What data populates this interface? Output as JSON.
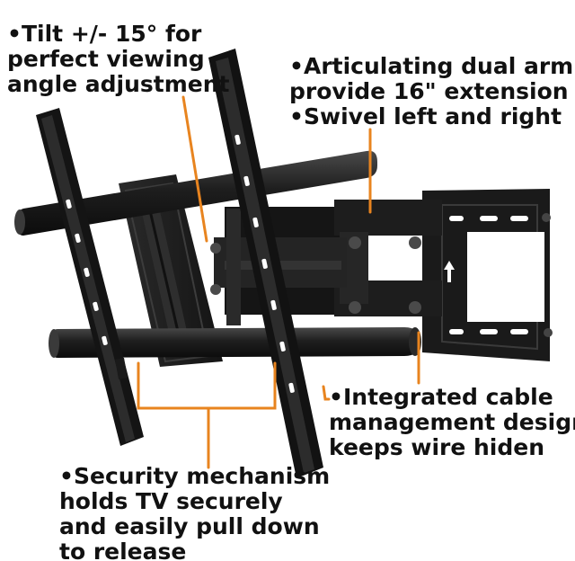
{
  "callouts": {
    "tilt": {
      "line1": "•Tilt +/- 15° for",
      "line2": "perfect viewing",
      "line3": "angle adjustment"
    },
    "arm": {
      "line1": "•Articulating dual arm",
      "line2": "provide 16\" extension",
      "line3": "•Swivel left and right"
    },
    "cable": {
      "line1": "•Integrated cable",
      "line2": "management design",
      "line3": "keeps wire hiden"
    },
    "security": {
      "line1": "•Security mechanism",
      "line2": "holds TV securely",
      "line3": "and easily pull down",
      "line4": "to release"
    }
  },
  "colors": {
    "leader": "#e8841f",
    "text": "#111111",
    "metal": "#1c1c1c",
    "metal_light": "#3a3a3a",
    "background": "#ffffff"
  }
}
